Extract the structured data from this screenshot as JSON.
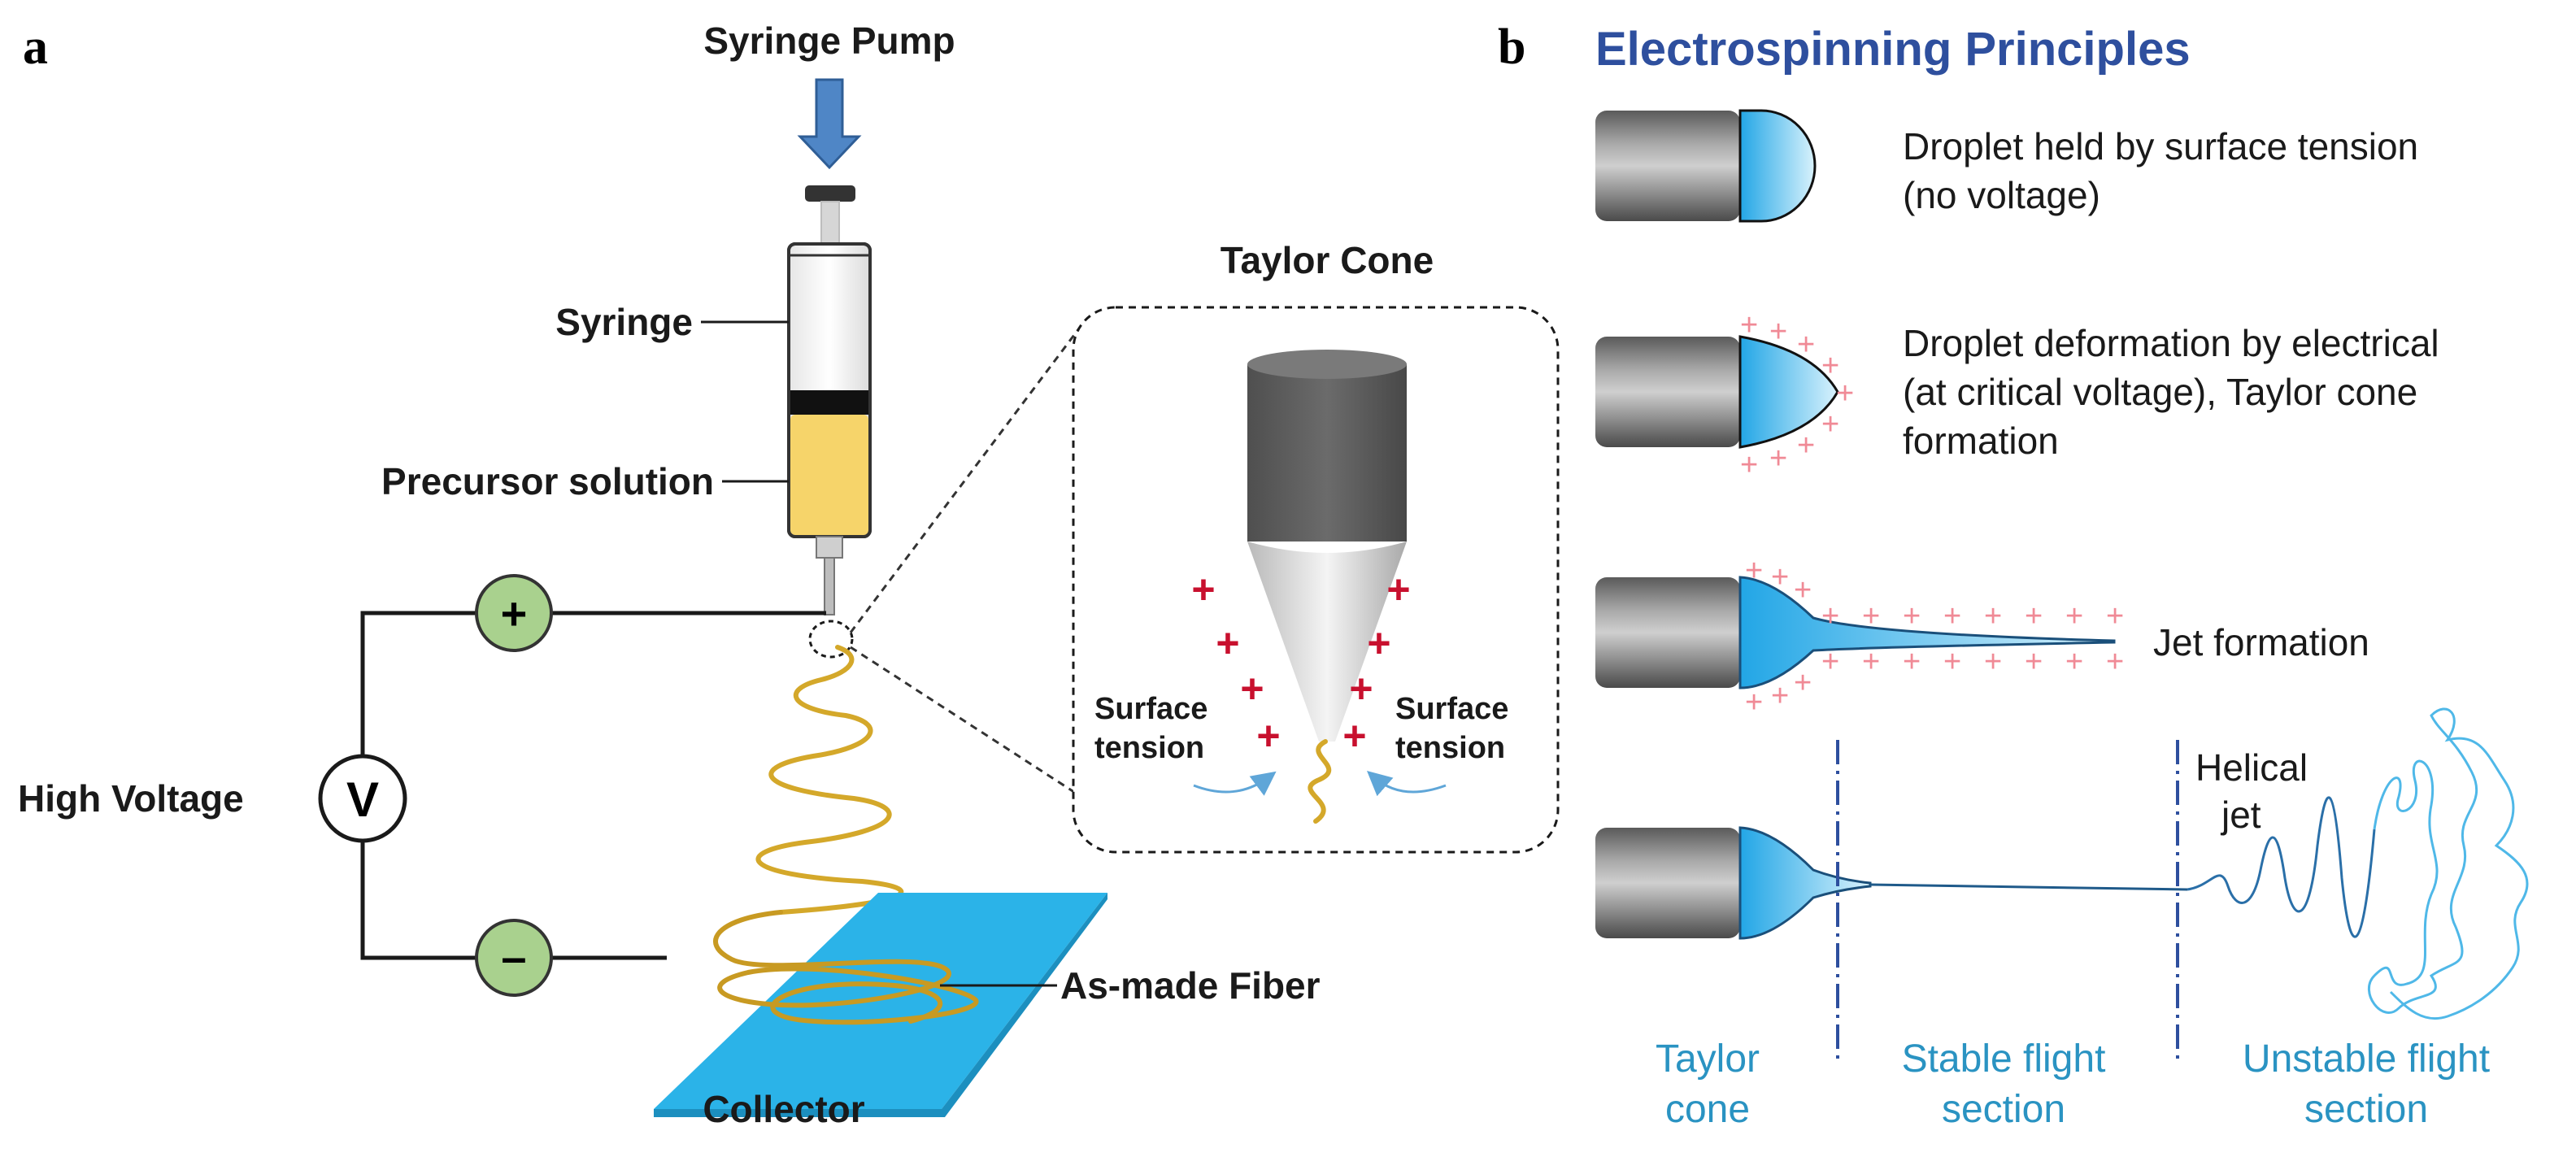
{
  "panel_a": {
    "letter": "a",
    "syringe_pump": "Syringe Pump",
    "syringe": "Syringe",
    "precursor_solution": "Precursor solution",
    "high_voltage": "High Voltage",
    "positive_symbol": "+",
    "negative_symbol": "–",
    "voltmeter_symbol": "V",
    "taylor_cone_title": "Taylor Cone",
    "surface_tension_left": [
      "Surface",
      "tension"
    ],
    "surface_tension_right": [
      "Surface",
      "tension"
    ],
    "as_made_fiber": "As-made Fiber",
    "collector": "Collector"
  },
  "panel_b": {
    "letter": "b",
    "title": "Electrospinning Principles",
    "stage1": [
      "Droplet held by surface tension",
      "(no voltage)"
    ],
    "stage2": [
      "Droplet deformation by electrical",
      "(at critical voltage), Taylor cone",
      "formation"
    ],
    "stage3": "Jet formation",
    "helical_jet": [
      "Helical",
      "jet"
    ],
    "sections": [
      [
        "Taylor",
        "cone"
      ],
      [
        "Stable flight",
        "section"
      ],
      [
        "Unstable flight",
        "section"
      ]
    ]
  },
  "colors": {
    "arrow_blue": "#4f86c6",
    "solution_yellow": "#f6d46a",
    "fiber_gold": "#d4a82a",
    "collector_blue": "#2bb3e8",
    "terminal_green": "#a9d18e",
    "charge_red": "#c8102e",
    "charge_pink": "#f08a96",
    "title_blue": "#2e4f9e",
    "section_blue": "#2a93c2",
    "jet_blue": "#4fb8e8"
  }
}
